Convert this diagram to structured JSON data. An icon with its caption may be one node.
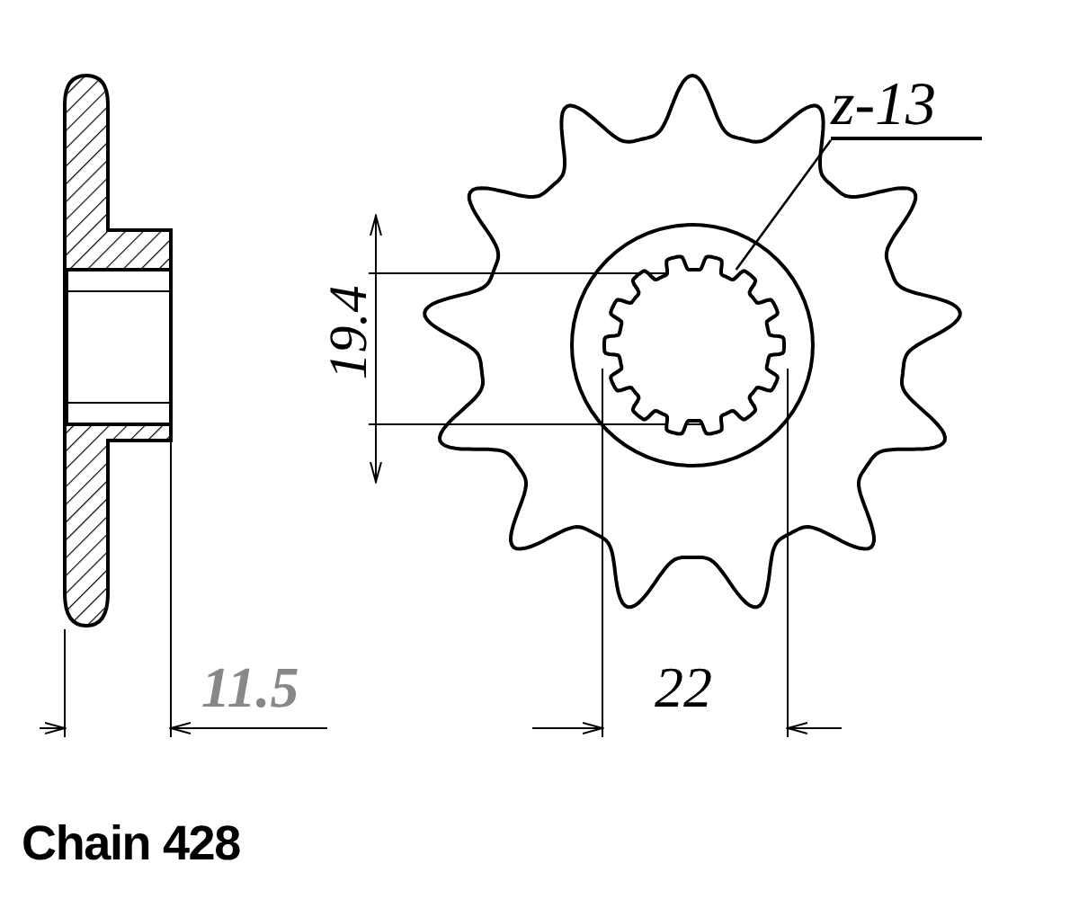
{
  "diagram": {
    "nodes": [
      {
        "text": [
          "z-13"
        ]
      },
      {
        "text": [],
        "shape": "picture"
      }
    ],
    "edges": [
      {
        "from": 0,
        "to": 1,
        "arrow": "none"
      }
    ],
    "labels": [
      "19.4",
      "11.5",
      "22",
      "Chain 428"
    ]
  }
}
